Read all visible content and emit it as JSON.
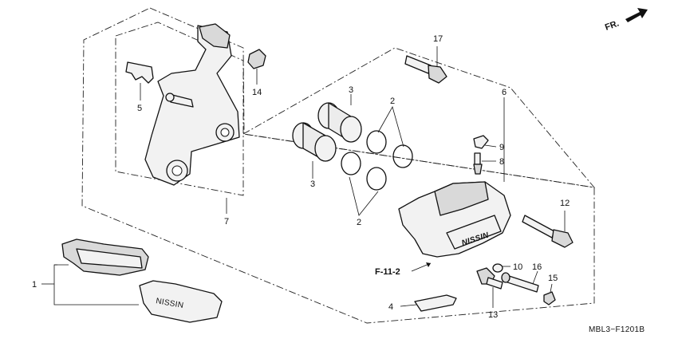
{
  "labels": {
    "p1": "1",
    "p2a": "2",
    "p2b": "2",
    "p3a": "3",
    "p3b": "3",
    "p4": "4",
    "p5": "5",
    "p6": "6",
    "p7": "7",
    "p8": "8",
    "p9": "9",
    "p10": "10",
    "p12": "12",
    "p13": "13",
    "p14": "14",
    "p15": "15",
    "p16": "16",
    "p17": "17"
  },
  "direction": "FR.",
  "reference": "F-11-2",
  "diagram_code": "MBL3−F1201B",
  "caliper_brand": "NISSIN",
  "pad_brand": "NISSIN"
}
